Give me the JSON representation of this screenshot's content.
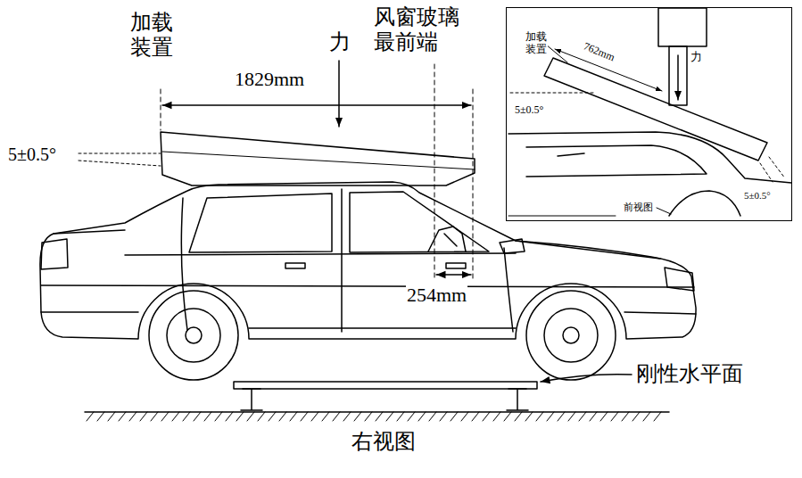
{
  "diagram": {
    "nodes": [
      {
        "text": [
          "加载装置",
          "762mm",
          "力",
          "5±0.5°",
          "5±0.5°",
          "前视图"
        ]
      }
    ],
    "labels": [
      "加载装置",
      "1829mm",
      "力",
      "风窗玻璃最前端",
      "5±0.5°",
      "254mm",
      "刚性水平面",
      "右视图"
    ]
  }
}
